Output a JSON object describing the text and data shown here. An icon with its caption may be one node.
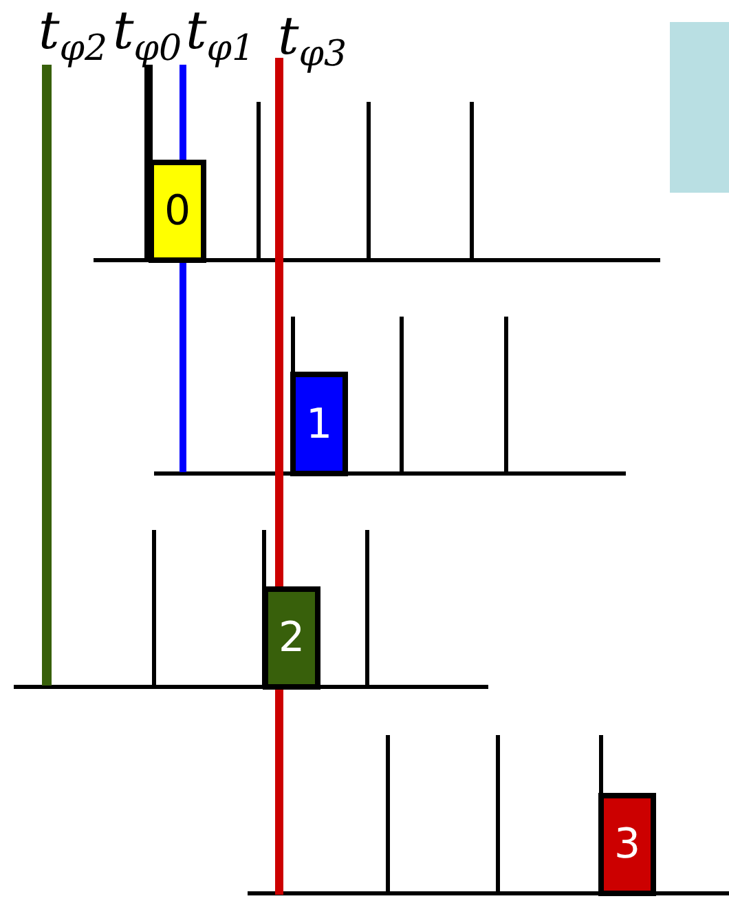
{
  "diagram": {
    "nodes": [
      {
        "text": [
          "0"
        ]
      },
      {
        "text": [
          "1"
        ]
      },
      {
        "text": [
          "2"
        ]
      },
      {
        "text": [
          "3"
        ]
      }
    ],
    "labels": [
      "t$_{φ2}$",
      "t$_{φ0}$",
      "t$_{φ1}$",
      "t$_{φ3}$"
    ]
  }
}
